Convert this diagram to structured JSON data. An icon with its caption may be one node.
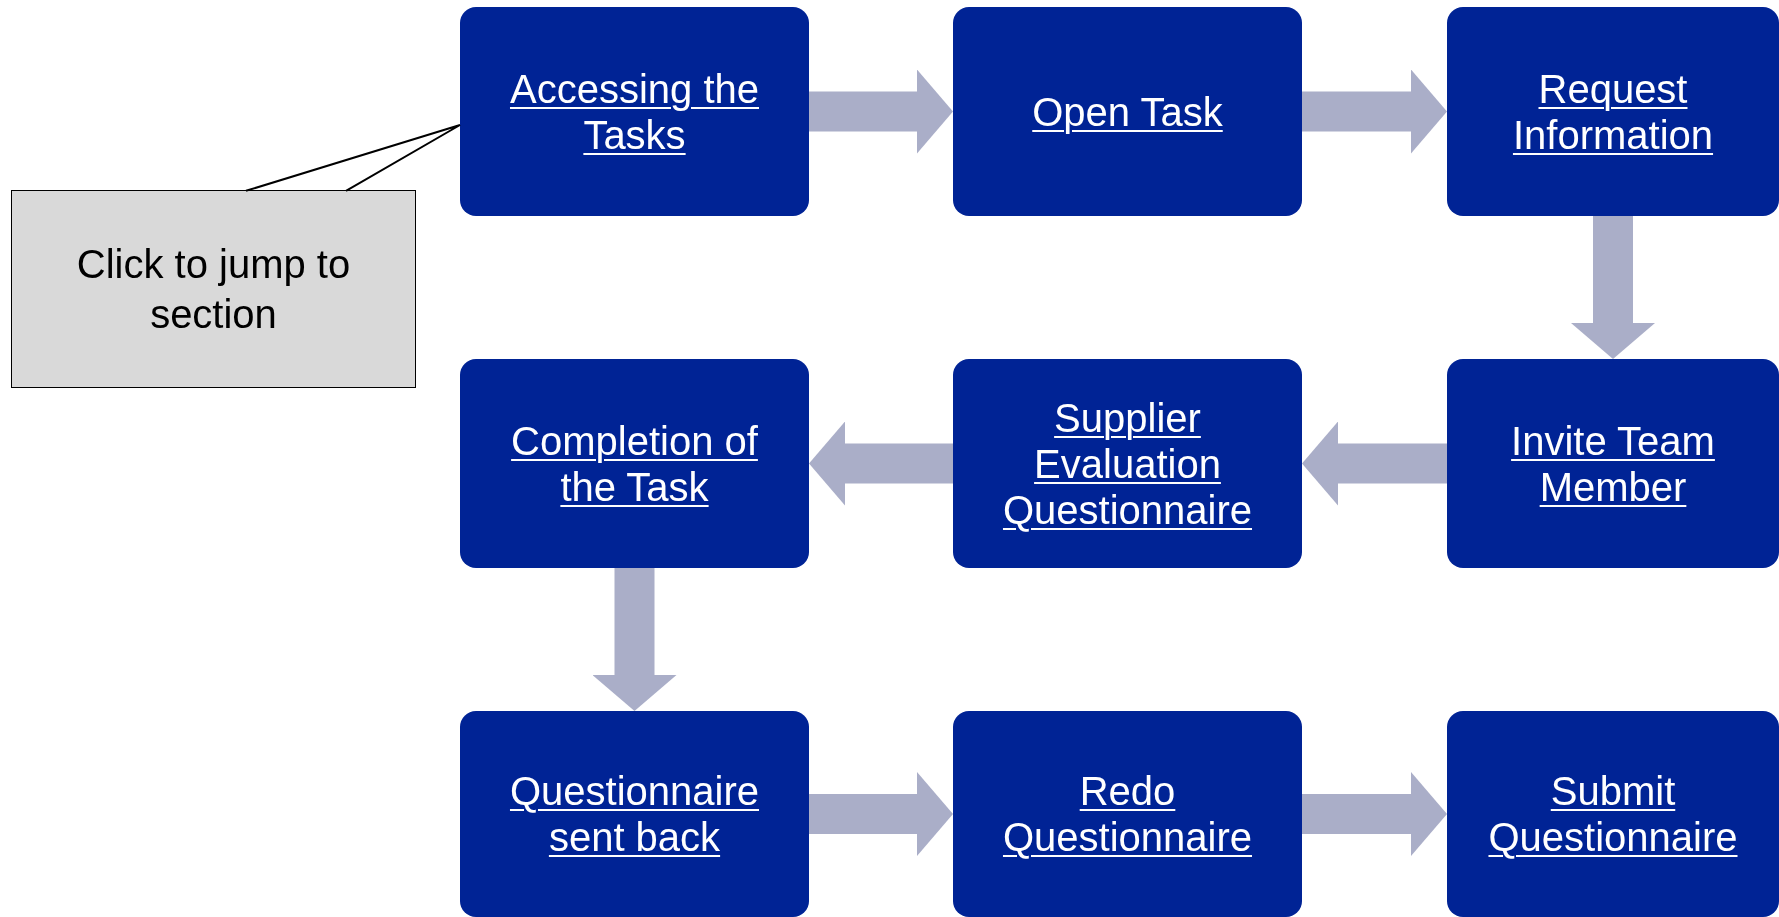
{
  "diagram": {
    "nodes": [
      {
        "text": [
          "Accessing the Tasks"
        ]
      },
      {
        "text": [
          "Open Task"
        ]
      },
      {
        "text": [
          "Request Information"
        ]
      },
      {
        "text": [
          "Click to jump to section"
        ]
      },
      {
        "text": [
          "Completion of the Task"
        ]
      },
      {
        "text": [
          "Supplier Evaluation Questionnaire"
        ]
      },
      {
        "text": [
          "Invite Team Member"
        ]
      },
      {
        "text": [
          "Questionnaire sent back"
        ]
      },
      {
        "text": [
          "Redo Questionnaire"
        ]
      },
      {
        "text": [
          "Submit Questionnaire"
        ]
      }
    ],
    "edges": [
      {
        "from": 3,
        "to": 0,
        "arrow": "none",
        "color": "#000000"
      },
      {
        "from": 0,
        "to": 1,
        "arrow": "to"
      },
      {
        "from": 1,
        "to": 2,
        "arrow": "to"
      },
      {
        "from": 2,
        "to": 6,
        "arrow": "to"
      },
      {
        "from": 6,
        "to": 5,
        "arrow": "to"
      },
      {
        "from": 5,
        "to": 4,
        "arrow": "to"
      },
      {
        "from": 4,
        "to": 7,
        "arrow": "to"
      },
      {
        "from": 7,
        "to": 8,
        "arrow": "to"
      },
      {
        "from": 8,
        "to": 9,
        "arrow": "to"
      }
    ]
  }
}
